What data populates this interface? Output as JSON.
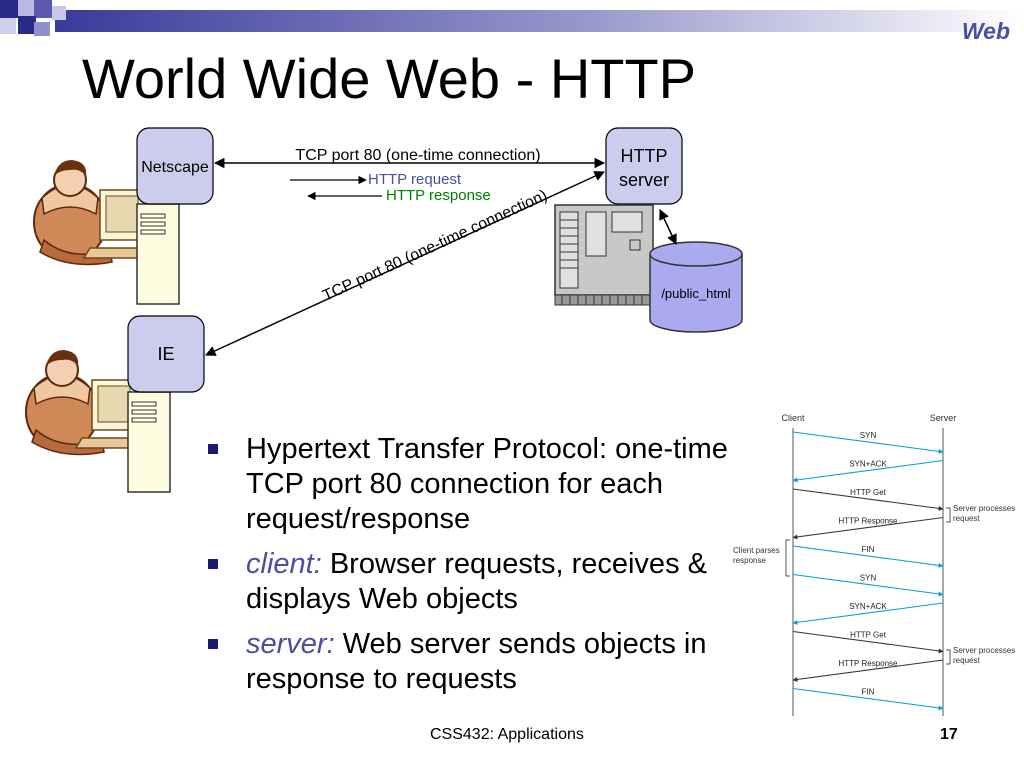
{
  "slide": {
    "section_label": "Web",
    "title": "World Wide Web - HTTP",
    "footer": "CSS432: Applications",
    "page_number": "17"
  },
  "colors": {
    "node_fill": "#ccccee",
    "request_text": "#4a4ea6",
    "response_text": "#008000",
    "bullet": "#1a1a6e",
    "client_arrow": "#00a0d8"
  },
  "diagram": {
    "browser_1": "Netscape",
    "browser_2": "IE",
    "server_line1": "HTTP",
    "server_line2": "server",
    "storage": "/public_html",
    "link_top": "TCP port 80 (one-time connection)",
    "link_diag": "TCP port 80 (one-time connection)",
    "request": "HTTP request",
    "response": "HTTP response",
    "icons": [
      "user-at-computer-icon",
      "tower-pc-icon",
      "server-rack-icon",
      "database-cylinder-icon"
    ]
  },
  "bullets": [
    {
      "term": "",
      "text": "Hypertext Transfer Protocol: one-time TCP port 80 connection for each request/response"
    },
    {
      "term": "client:",
      "text": " Browser requests, receives & displays Web objects"
    },
    {
      "term": "server:",
      "text": " Web server sends objects in response to requests"
    }
  ],
  "sequence": {
    "client_label": "Client",
    "server_label": "Server",
    "messages": [
      {
        "label": "SYN",
        "dir": "to-server",
        "kind": "syn"
      },
      {
        "label": "SYN+ACK",
        "dir": "to-client",
        "kind": "syn"
      },
      {
        "label": "HTTP Get",
        "dir": "to-server",
        "kind": "http"
      },
      {
        "label": "HTTP Response",
        "dir": "to-client",
        "kind": "http"
      },
      {
        "label": "FIN",
        "dir": "to-server",
        "kind": "syn"
      },
      {
        "label": "SYN",
        "dir": "to-server",
        "kind": "syn"
      },
      {
        "label": "SYN+ACK",
        "dir": "to-client",
        "kind": "syn"
      },
      {
        "label": "HTTP Get",
        "dir": "to-server",
        "kind": "http"
      },
      {
        "label": "HTTP Response",
        "dir": "to-client",
        "kind": "http"
      },
      {
        "label": "FIN",
        "dir": "to-server",
        "kind": "syn"
      }
    ],
    "server_notes": [
      "Server processes",
      "request"
    ],
    "client_notes": [
      "Client parses",
      "response"
    ]
  }
}
